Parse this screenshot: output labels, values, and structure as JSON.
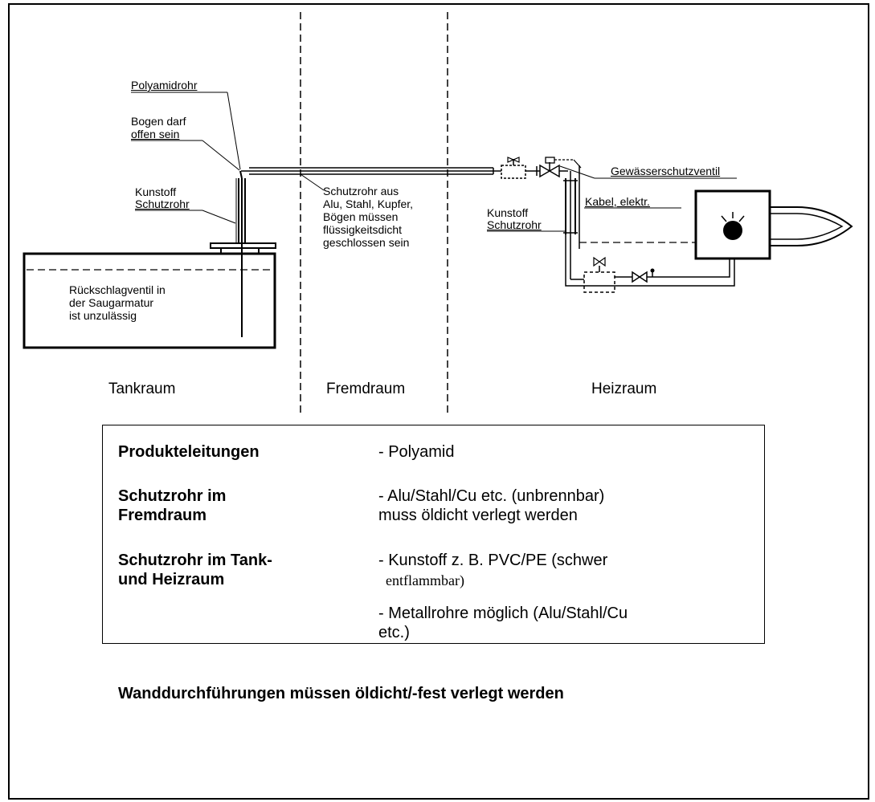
{
  "labels": {
    "polyamidrohr": "Polyamidrohr",
    "bogen_line1": "Bogen darf",
    "bogen_line2": "offen sein",
    "kunstoff_left_line1": "Kunstoff",
    "kunstoff_left_line2": "Schutzrohr",
    "schutzrohr_fremd": [
      "Schutzrohr aus",
      "Alu, Stahl, Kupfer,",
      "Bögen müssen",
      "flüssigkeitsdicht",
      "geschlossen sein"
    ],
    "tank_note": [
      "Rückschlagventil in",
      "der Saugarmatur",
      "ist unzulässig"
    ],
    "gewaesserschutzventil": "Gewässerschutzventil",
    "kabel": "Kabel, elektr.",
    "kunstoff_right_line1": "Kunstoff",
    "kunstoff_right_line2": "Schutzrohr"
  },
  "rooms": {
    "tankraum": "Tankraum",
    "fremdraum": "Fremdraum",
    "heizraum": "Heizraum"
  },
  "table": {
    "rows": [
      {
        "left": [
          "Produkteleitungen"
        ],
        "right": [
          "- Polyamid"
        ]
      },
      {
        "left": [
          "Schutzrohr im",
          "Fremdraum"
        ],
        "right": [
          "- Alu/Stahl/Cu etc. (unbrennbar)",
          " muss öldicht verlegt werden"
        ]
      },
      {
        "left": [
          "Schutzrohr im Tank-",
          "und Heizraum"
        ],
        "right": [
          "- Kunstoff z. B. PVC/PE (schwer",
          "entflammbar)"
        ]
      },
      {
        "left": [],
        "right": [
          "- Metallrohre möglich (Alu/Stahl/Cu",
          " etc.)"
        ]
      }
    ]
  },
  "footer": "Wanddurchführungen müssen öldicht/-fest verlegt werden"
}
